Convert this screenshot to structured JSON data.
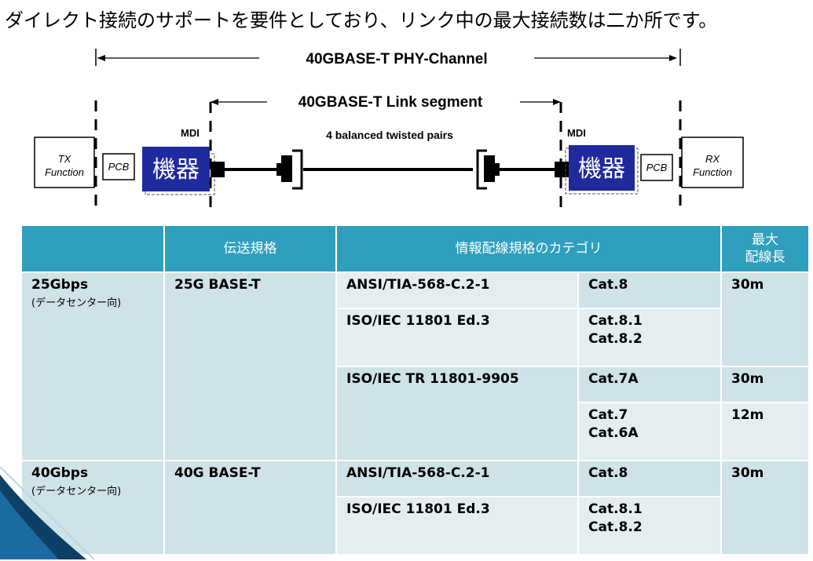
{
  "heading": "ダイレクト接続のサポートを要件としており、リンク中の最大接続数は二か所です。",
  "diagram": {
    "channel_label": "40GBASE-T PHY-Channel",
    "link_label": "40GBASE-T Link segment",
    "pairs_label": "4 balanced twisted pairs",
    "mdi_left": "MDI",
    "mdi_right": "MDI",
    "device_left": "機器",
    "device_right": "機器",
    "pcb_left": "PCB",
    "pcb_right": "PCB",
    "tx_line1": "TX",
    "tx_line2": "Function",
    "rx_line1": "RX",
    "rx_line2": "Function",
    "device_color": "#1f2a9c"
  },
  "table": {
    "header": {
      "col1": "",
      "col2": "伝送規格",
      "col3": "情報配線規格のカテゴリ",
      "col4": "最大\n配線長"
    },
    "row25": {
      "speed": "25Gbps",
      "note": "(データセンター向)",
      "standard": "25G BASE-T",
      "spec1": "ANSI/TIA-568-C.2-1",
      "cat1": "Cat.8",
      "len1": "30m",
      "spec2": "ISO/IEC 11801  Ed.3",
      "cat2": "Cat.8.1\nCat.8.2",
      "spec3": "ISO/IEC TR 11801-9905",
      "cat3": "Cat.7A",
      "len3": "30m",
      "cat4": "Cat.7\nCat.6A",
      "len4": "12m"
    },
    "row40": {
      "speed": "40Gbps",
      "note": "(データセンター向)",
      "standard": "40G BASE-T",
      "spec1": "ANSI/TIA-568-C.2-1",
      "cat1": "Cat.8",
      "len1": "30m",
      "spec2": "ISO/IEC 11801 Ed.3",
      "cat2": "Cat.8.1\nCat.8.2"
    }
  }
}
